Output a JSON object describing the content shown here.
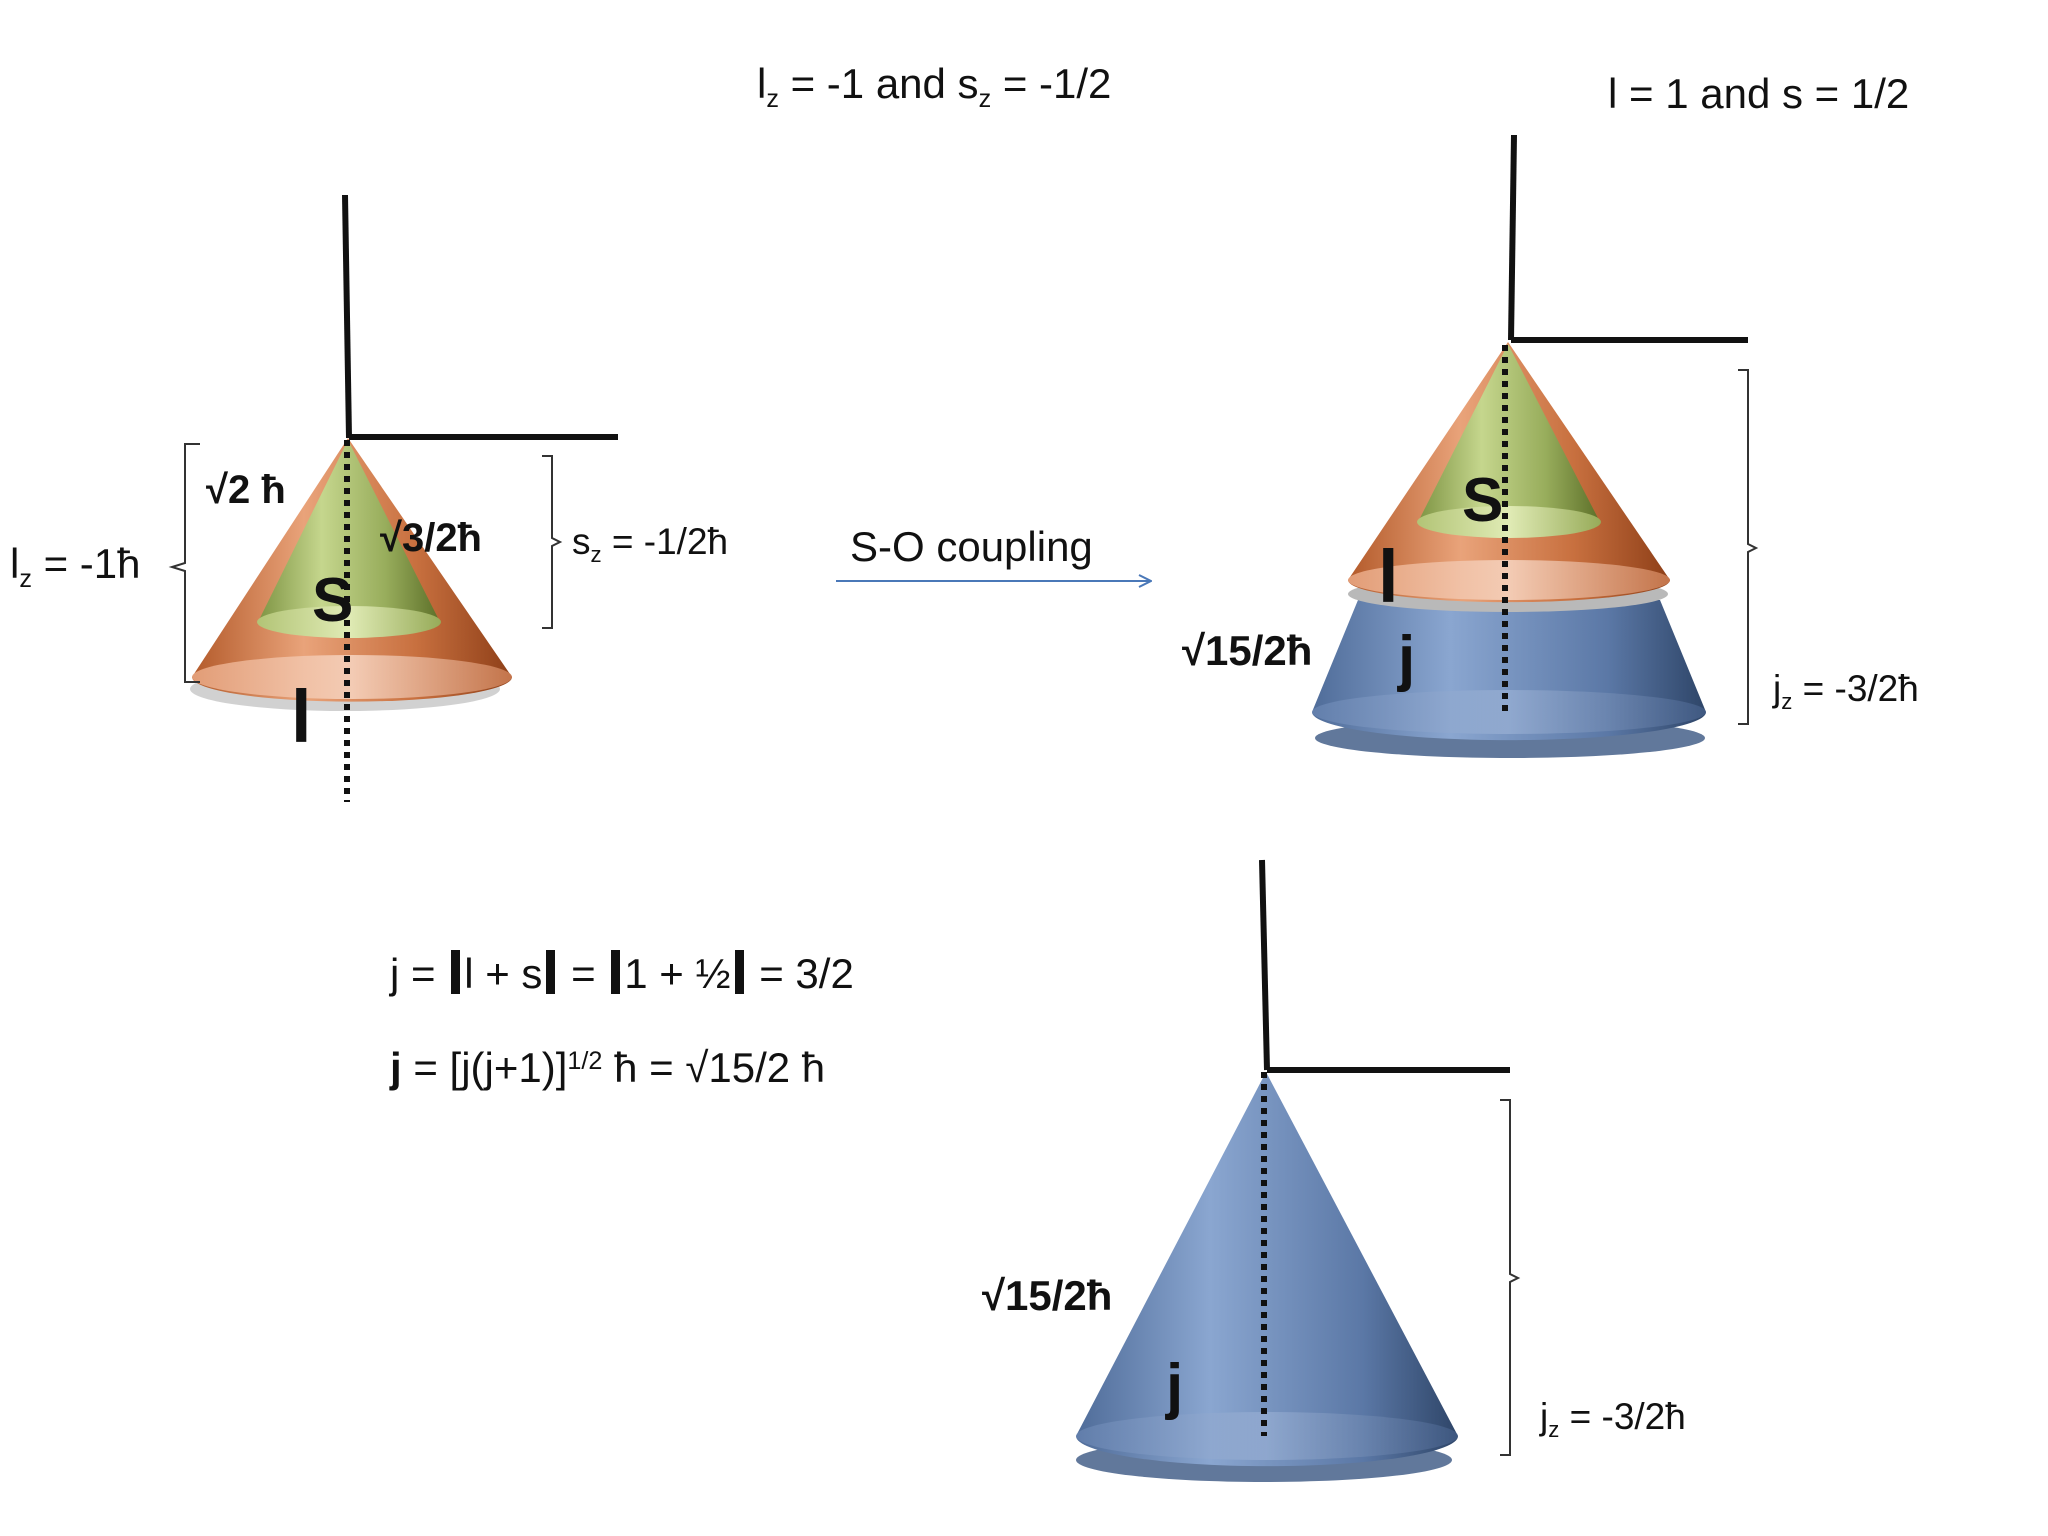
{
  "header": {
    "quantum_numbers_left": {
      "l": "l",
      "l_sub": "z",
      "mid": " = -1 and s",
      "s_sub": "z",
      "tail": " = -1/2"
    },
    "quantum_numbers_right": "l = 1 and s = 1/2"
  },
  "left_diagram": {
    "l_magnitude": "√2 ħ",
    "s_magnitude": "√3/2ħ",
    "lz_label": {
      "base": "l",
      "sub": "z",
      "tail": " = -1ħ"
    },
    "sz_label": {
      "base": "s",
      "sub": "z",
      "tail": " = -1/2ħ"
    },
    "s_letter": "S",
    "l_letter": "l"
  },
  "arrow_label": "S-O coupling",
  "right_diagram": {
    "j_magnitude": "√15/2ħ",
    "s_letter": "S",
    "l_letter": "l",
    "j_letter": "j",
    "jz_label": {
      "base": "j",
      "sub": "z",
      "tail": " = -3/2ħ"
    }
  },
  "bottom_diagram": {
    "j_magnitude": "√15/2ħ",
    "j_letter": "j",
    "jz_label": {
      "base": "j",
      "sub": "z",
      "tail": " = -3/2ħ"
    }
  },
  "equations": {
    "eq1": {
      "p1": "j = ",
      "p2": "l + s",
      "p3": " = ",
      "p4": "1 + ½",
      "p5": " = 3/2"
    },
    "eq2": {
      "bold_j": "j",
      "p1": " = [j(j+1)]",
      "exp": "1/2",
      "p2": " ħ = √15/2 ħ"
    }
  },
  "colors": {
    "orange_cone": "#c8703f",
    "green_cone": "#9bb062",
    "blue_cone": "#5d7aa6",
    "arrow": "#4a78b8",
    "axes": "#111111"
  }
}
